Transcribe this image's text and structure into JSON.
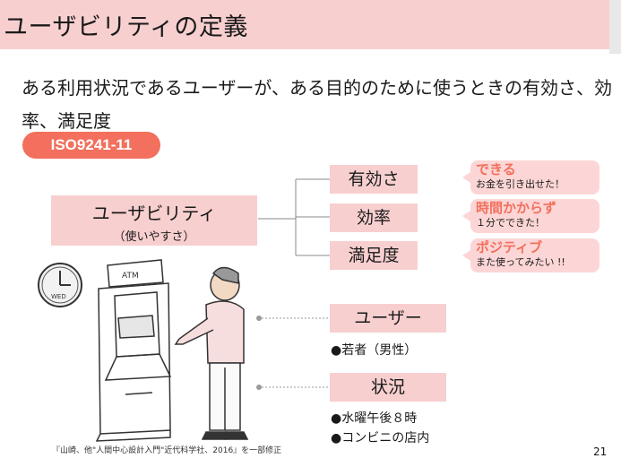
{
  "title": "ユーザビリティの定義",
  "definition": "ある利用状況であるユーザーが、ある目的のために使うときの有効さ、効率、満足度",
  "standard": "ISO9241-11",
  "usability": {
    "label": "ユーザビリティ",
    "sub": "（使いやすさ）"
  },
  "attributes": [
    {
      "label": "有効さ",
      "bubble_title": "できる",
      "bubble_text": "お金を引き出せた！"
    },
    {
      "label": "効率",
      "bubble_title": "時間かからず",
      "bubble_text": "１分でできた！"
    },
    {
      "label": "満足度",
      "bubble_title": "ポジティブ",
      "bubble_text": "また使ってみたい !!"
    }
  ],
  "context": {
    "user_label": "ユーザー",
    "user_items": [
      "●若者（男性）"
    ],
    "situation_label": "状況",
    "situation_items": [
      "●水曜午後８時",
      "●コンビニの店内"
    ]
  },
  "illustration": {
    "atm_text": "ATM",
    "clock_text": "WED"
  },
  "citation": "『山崎、他\"人間中心設計入門\"近代科学社、2016』を一部修正",
  "page_number": "21",
  "colors": {
    "header_bg": "#f8cfcf",
    "accent": "#f2705d",
    "bubble_bg": "#fcd6d6"
  }
}
